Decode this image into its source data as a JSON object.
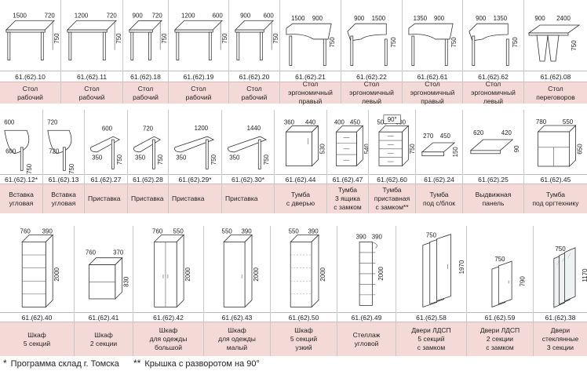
{
  "row1": [
    {
      "code": "61.(62).10",
      "label": "Стол\nрабочий",
      "dims": [
        "1500",
        "720",
        "750"
      ]
    },
    {
      "code": "61.(62).11",
      "label": "Стол\nрабочий",
      "dims": [
        "1200",
        "720",
        "750"
      ]
    },
    {
      "code": "61.(62).18",
      "label": "Стол\nрабочий",
      "dims": [
        "900",
        "720",
        "750"
      ]
    },
    {
      "code": "61.(62).19",
      "label": "Стол\nрабочий",
      "dims": [
        "1200",
        "600",
        "750"
      ]
    },
    {
      "code": "61.(62).20",
      "label": "Стол\nрабочий",
      "dims": [
        "900",
        "600",
        "750"
      ]
    },
    {
      "code": "61.(62).21",
      "label": "Стол\nэргономичный\nправый",
      "dims": [
        "1500",
        "900",
        "750"
      ]
    },
    {
      "code": "61.(62).22",
      "label": "Стол\nэргономичный\nлевый",
      "dims": [
        "900",
        "1500",
        "750"
      ]
    },
    {
      "code": "61.(62).61",
      "label": "Стол\nэргономичный\nправый",
      "dims": [
        "1350",
        "900",
        "750"
      ]
    },
    {
      "code": "61.(62).62",
      "label": "Стол\nэргономичный\nлевый",
      "dims": [
        "900",
        "1350",
        "750"
      ]
    },
    {
      "code": "61.(62).08",
      "label": "Стол\nпереговоров",
      "dims": [
        "900",
        "2400",
        "750"
      ]
    }
  ],
  "row2": [
    {
      "code": "61.(62).12*",
      "label": "Вставка\nугловая",
      "dims": [
        "600",
        "600",
        "750"
      ]
    },
    {
      "code": "61.(62).13",
      "label": "Вставка\nугловая",
      "dims": [
        "720",
        "720",
        "750"
      ]
    },
    {
      "code": "61.(62).27",
      "label": "Приставка",
      "dims": [
        "600",
        "350",
        "750"
      ]
    },
    {
      "code": "61.(62).28",
      "label": "Приставка",
      "dims": [
        "720",
        "350",
        "750"
      ]
    },
    {
      "code": "61.(62).29*",
      "label": "Приставка",
      "dims": [
        "1200",
        "350",
        "750"
      ]
    },
    {
      "code": "61.(62).30*",
      "label": "Приставка",
      "dims": [
        "1440",
        "350",
        "750"
      ]
    },
    {
      "code": "61.(62).44",
      "label": "Тумба\nс дверью",
      "dims": [
        "360",
        "440",
        "530"
      ]
    },
    {
      "code": "61.(62).47",
      "label": "Тумба\n3 ящика\nс замком",
      "dims": [
        "400",
        "450",
        "540"
      ]
    },
    {
      "code": "61.(62).60",
      "label": "Тумба\nприставная\nс замком**",
      "dims": [
        "500",
        "600",
        "750"
      ],
      "badge": "90°"
    },
    {
      "code": "61.(62).24",
      "label": "Тумба\nпод с/блок",
      "dims": [
        "270",
        "450",
        "150"
      ]
    },
    {
      "code": "61.(62).25",
      "label": "Выдвижная\nпанель",
      "dims": [
        "620",
        "420",
        "90"
      ]
    },
    {
      "code": "61.(62).45",
      "label": "Тумба\nпод оргтехнику",
      "dims": [
        "780",
        "550",
        "650"
      ]
    }
  ],
  "row3": [
    {
      "code": "61.(62).40",
      "label": "Шкаф\n5 секций",
      "dims": [
        "760",
        "390",
        "2000"
      ]
    },
    {
      "code": "61.(62).41",
      "label": "Шкаф\n2 секции",
      "dims": [
        "760",
        "370",
        "830"
      ]
    },
    {
      "code": "61.(62).42",
      "label": "Шкаф\nдля одежды\nбольшой",
      "dims": [
        "760",
        "550",
        "2000"
      ]
    },
    {
      "code": "61.(62).43",
      "label": "Шкаф\nдля одежды\nмалый",
      "dims": [
        "550",
        "390",
        "2000"
      ]
    },
    {
      "code": "61.(62).50",
      "label": "Шкаф\n5 секций\nузкий",
      "dims": [
        "550",
        "390",
        "2000"
      ]
    },
    {
      "code": "61.(62).49",
      "label": "Стеллаж\nугловой",
      "dims": [
        "390",
        "390",
        "2000"
      ]
    },
    {
      "code": "61.(62).58",
      "label": "Двери ЛДСП\n5 секций\nс замком",
      "dims": [
        "750",
        "1970"
      ]
    },
    {
      "code": "61.(62).59",
      "label": "Двери ЛДСП\n2 секции\nс замком",
      "dims": [
        "750",
        "790"
      ]
    },
    {
      "code": "61.(62).38",
      "label": "Двери\nстеклянные\n3 секции",
      "dims": [
        "750",
        "1170"
      ]
    }
  ],
  "footer": {
    "note1_mark": "*",
    "note1": "Программа склад   г. Томска",
    "note2_mark": "**",
    "note2": "Крышка с разворотом на 90°"
  }
}
